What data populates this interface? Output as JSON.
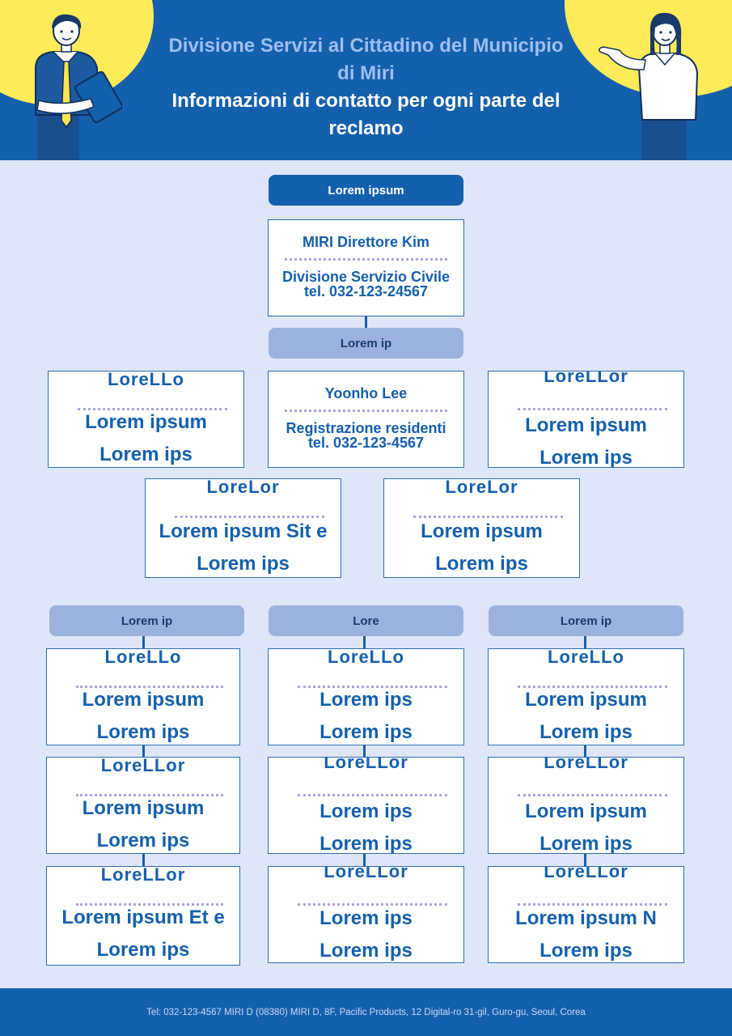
{
  "header": {
    "title_line1": "Divisione Servizi al Cittadino del Municipio di Miri",
    "title_line2": "Informazioni di contatto per ogni parte del reclamo"
  },
  "top_label": "Lorem ipsum",
  "director": {
    "name": "MIRI Direttore Kim",
    "department": "Divisione Servizio Civile",
    "phone": "tel. 032-123-24567"
  },
  "level2_label": "Lorem ip",
  "level2": [
    {
      "name": "LoreLLo",
      "line1": "Lorem ipsum",
      "line2": "Lorem ips"
    },
    {
      "name": "Yoonho Lee",
      "line1": "Registrazione residenti",
      "line2": "tel. 032-123-4567"
    },
    {
      "name": "LoreLLor",
      "line1": "Lorem ipsum",
      "line2": "Lorem ips"
    }
  ],
  "level3": [
    {
      "name": "LoreLor",
      "line1": "Lorem ipsum Sit e",
      "line2": "Lorem ips"
    },
    {
      "name": "LoreLor",
      "line1": "Lorem ipsum",
      "line2": "Lorem ips"
    }
  ],
  "columns": [
    {
      "label": "Lorem ip",
      "boxes": [
        {
          "name": "LoreLLo",
          "line1": "Lorem ipsum",
          "line2": "Lorem ips"
        },
        {
          "name": "LoreLLor",
          "line1": "Lorem ipsum",
          "line2": "Lorem ips"
        },
        {
          "name": "LoreLLor",
          "line1": "Lorem ipsum Et e",
          "line2": "Lorem ips"
        }
      ]
    },
    {
      "label": "Lore",
      "boxes": [
        {
          "name": "LoreLLo",
          "line1": "Lorem ips",
          "line2": "Lorem ips"
        },
        {
          "name": "LoreLLor",
          "line1": "Lorem ips",
          "line2": "Lorem ips"
        },
        {
          "name": "LoreLLor",
          "line1": "Lorem ips",
          "line2": "Lorem ips"
        }
      ]
    },
    {
      "label": "Lorem ip",
      "boxes": [
        {
          "name": "LoreLLo",
          "line1": "Lorem ipsum",
          "line2": "Lorem ips"
        },
        {
          "name": "LoreLLor",
          "line1": "Lorem ipsum",
          "line2": "Lorem ips"
        },
        {
          "name": "LoreLLor",
          "line1": "Lorem ipsum N",
          "line2": "Lorem ips"
        }
      ]
    }
  ],
  "footer": "Tel: 032-123-4567 MIRI D (08380) MIRI D, 8F, Pacific Products, 12 Digital-ro 31-gil, Guro-gu, Seoul, Corea",
  "colors": {
    "primary_blue": "#1560ad",
    "light_blue": "#9cb1de",
    "title_light": "#9ebef0",
    "accent_yellow": "#ffeb58",
    "background": "#dfe6f7"
  }
}
